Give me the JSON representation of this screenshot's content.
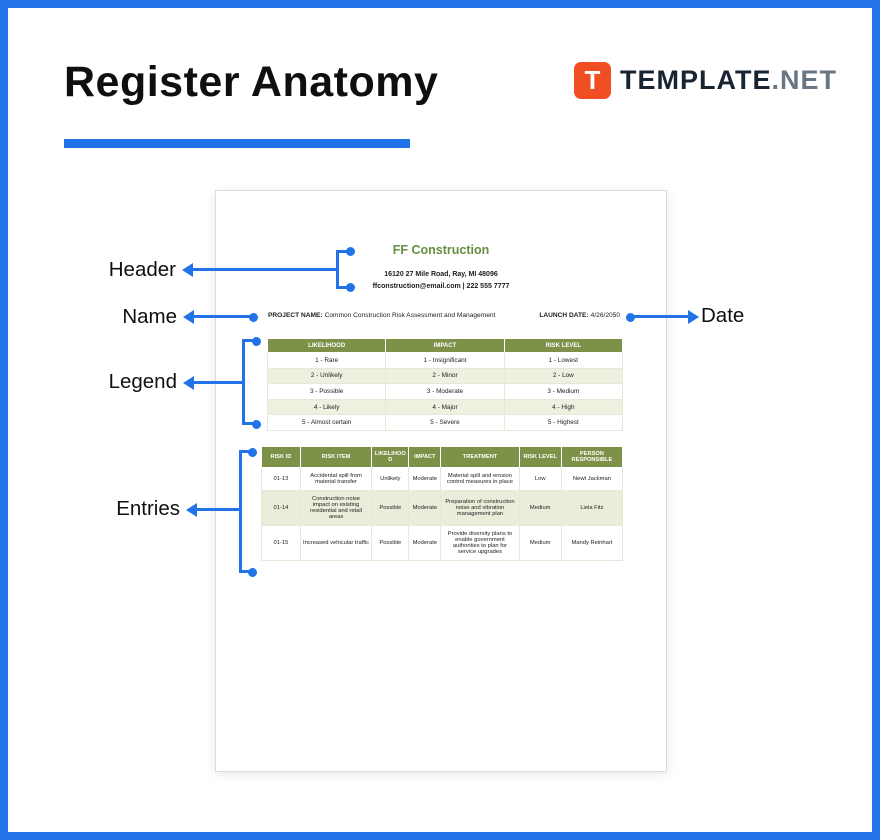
{
  "header": {
    "title": "Register Anatomy",
    "brand": {
      "logo_letter": "T",
      "name": "TEMPLATE",
      "tld": ".NET"
    }
  },
  "callouts": {
    "header": "Header",
    "name": "Name",
    "legend": "Legend",
    "entries": "Entries",
    "date": "Date"
  },
  "document": {
    "company_name": "FF Construction",
    "address_line": "16120 27 Mile Road, Ray, MI 48096",
    "contact_line": "ffconstruction@email.com | 222 555 7777",
    "project_label": "PROJECT NAME:",
    "project_value": "Common Construction Risk Assessment and Management",
    "launch_label": "LAUNCH DATE:",
    "launch_value": "4/26/2050",
    "legend_table": {
      "headers": [
        "LIKELIHOOD",
        "IMPACT",
        "RISK LEVEL"
      ],
      "rows": [
        [
          "1 - Rare",
          "1 - Insignificant",
          "1 - Lowest"
        ],
        [
          "2 - Unlikely",
          "2 - Minor",
          "2 - Low"
        ],
        [
          "3 - Possible",
          "3 - Moderate",
          "3 - Medium"
        ],
        [
          "4 - Likely",
          "4 - Major",
          "4 - High"
        ],
        [
          "5 - Almost certain",
          "5 - Severe",
          "5 - Highest"
        ]
      ]
    },
    "entries_table": {
      "headers": [
        "RISK ID",
        "RISK ITEM",
        "LIKELIHOOD",
        "IMPACT",
        "TREATMENT",
        "RISK LEVEL",
        "PERSON RESPONSIBLE"
      ],
      "rows": [
        [
          "01-13",
          "Accidental spill from material transfer",
          "Unlikely",
          "Moderate",
          "Material spill and erosion control measures in place",
          "Low",
          "Newt Jackman"
        ],
        [
          "01-14",
          "Construction noise impact on existing residential and retail areas",
          "Possible",
          "Moderate",
          "Preparation of construction noise and vibration management plan",
          "Medium",
          "Liela Fitz"
        ],
        [
          "01-15",
          "Increased vehicular traffic",
          "Possible",
          "Moderate",
          "Provide diversity plans to enable government authorities to plan for service upgrades",
          "Medium",
          "Mandy Reinhart"
        ]
      ]
    }
  },
  "colors": {
    "accent_blue": "#2273e8",
    "table_header_green": "#7d9148",
    "row_stripe_green": "#e9edd9",
    "logo_orange": "#f24e23",
    "company_green": "#648f3f"
  }
}
